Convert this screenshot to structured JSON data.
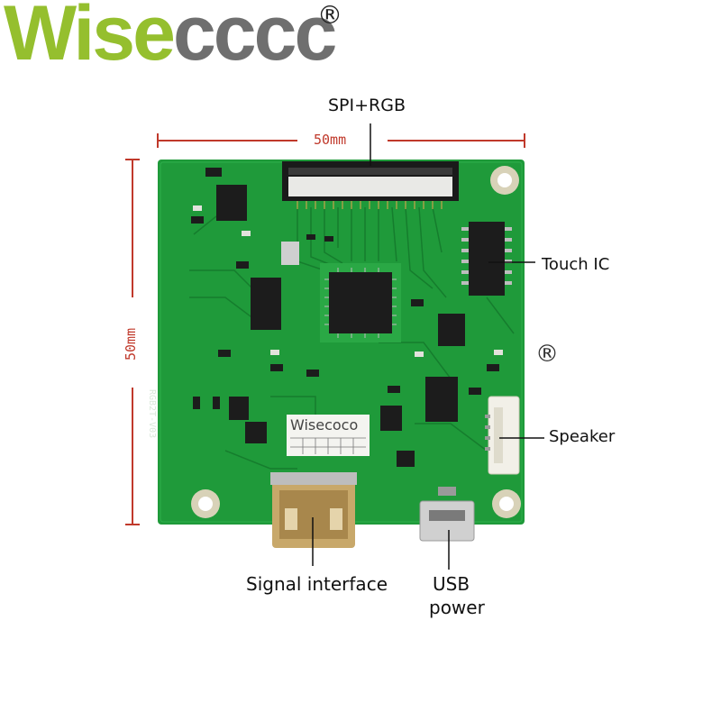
{
  "brand": {
    "text_a": "Wise",
    "text_b": "cccc",
    "registered": "®"
  },
  "labels": {
    "spi_rgb": "SPI+RGB",
    "width": "50mm",
    "height": "50mm",
    "touch_ic": "Touch IC",
    "speaker": "Speaker",
    "signal_interface": "Signal interface",
    "usb_line1": "USB",
    "usb_line2": "power",
    "board_sticker": "Wisecoco",
    "board_silk": "RGB2T-V03"
  },
  "colors": {
    "pcb": "#1f9a3a",
    "pcb_dark": "#167a2d",
    "chip": "#1c1c1c",
    "dimension": "#c0392b",
    "brand_green": "#95bf2e",
    "brand_gray": "#6f6f6f"
  }
}
